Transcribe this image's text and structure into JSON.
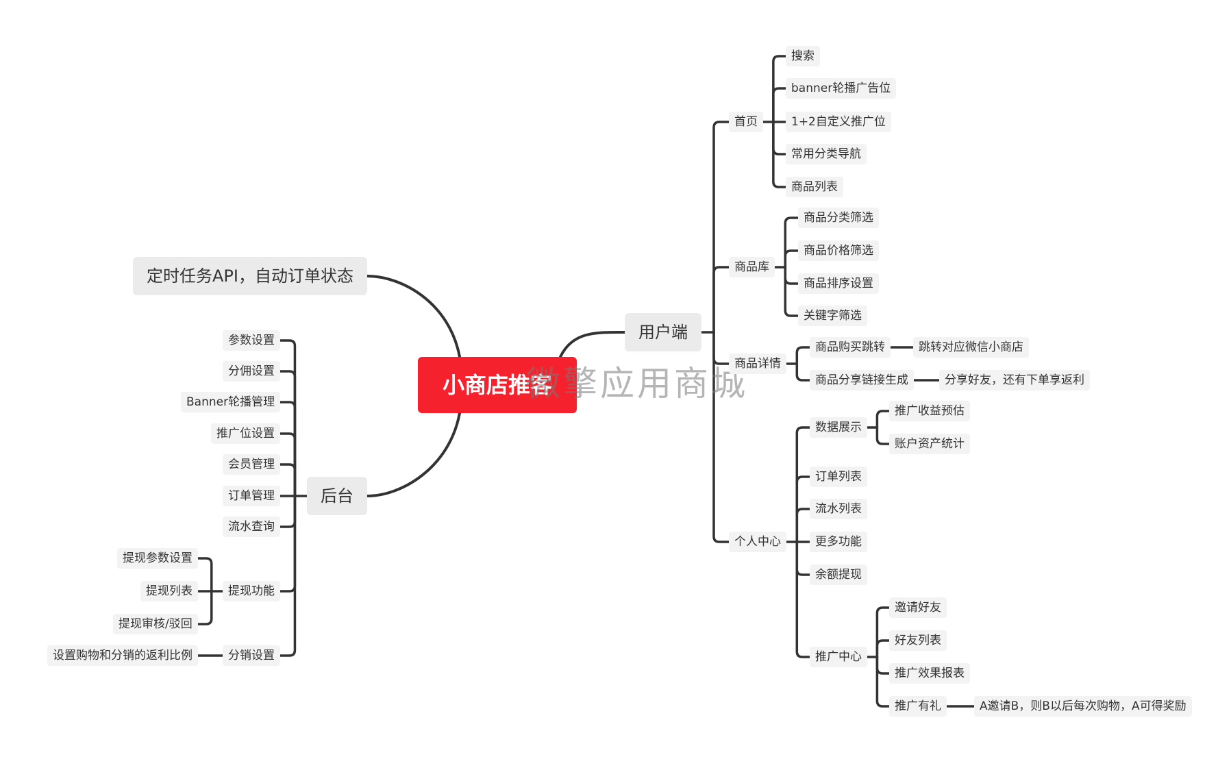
{
  "root": "小商店推客",
  "watermark": "微擎应用商城",
  "colors": {
    "root_fill": "#f5222d",
    "node_fill": "#f3f3f3",
    "link": "#333333"
  },
  "timer": "定时任务API，自动订单状态",
  "user": {
    "label": "用户端",
    "home": {
      "label": "首页",
      "items": [
        "搜索",
        "banner轮播广告位",
        "1+2自定义推广位",
        "常用分类导航",
        "商品列表"
      ]
    },
    "library": {
      "label": "商品库",
      "items": [
        "商品分类筛选",
        "商品价格筛选",
        "商品排序设置",
        "关键字筛选"
      ]
    },
    "detail": {
      "label": "商品详情",
      "buy": {
        "label": "商品购买跳转",
        "note": "跳转对应微信小商店"
      },
      "share": {
        "label": "商品分享链接生成",
        "note": "分享好友，还有下单享返利"
      }
    },
    "center": {
      "label": "个人中心",
      "data": {
        "label": "数据展示",
        "items": [
          "推广收益预估",
          "账户资产统计"
        ]
      },
      "items": [
        "订单列表",
        "流水列表",
        "更多功能",
        "余额提现"
      ],
      "promo": {
        "label": "推广中心",
        "items": [
          "邀请好友",
          "好友列表",
          "推广效果报表"
        ],
        "gift": {
          "label": "推广有礼",
          "note": "A邀请B，则B以后每次购物，A可得奖励"
        }
      }
    }
  },
  "admin": {
    "label": "后台",
    "items": [
      "参数设置",
      "分佣设置",
      "Banner轮播管理",
      "推广位设置",
      "会员管理",
      "订单管理",
      "流水查询"
    ],
    "withdraw": {
      "label": "提现功能",
      "items": [
        "提现参数设置",
        "提现列表",
        "提现审核/驳回"
      ]
    },
    "distribution": {
      "label": "分销设置",
      "note": "设置购物和分销的返利比例"
    }
  }
}
